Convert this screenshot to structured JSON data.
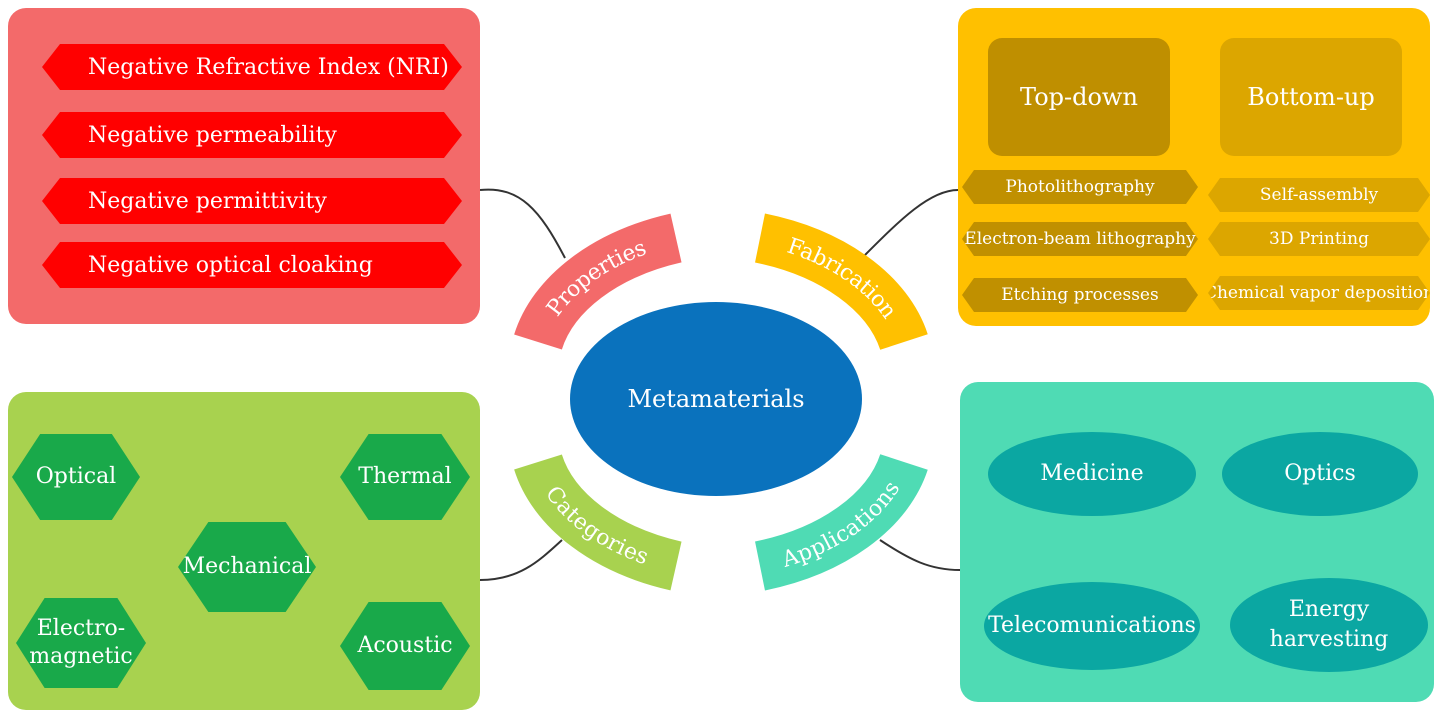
{
  "center": {
    "label": "Metamaterials",
    "color": "#0a72bd"
  },
  "properties": {
    "label": "Properties",
    "color": "#f36a6a",
    "item_color": "#ff0000",
    "items": [
      "Negative Refractive Index (NRI)",
      "Negative permeability",
      "Negative permittivity",
      "Negative optical cloaking"
    ]
  },
  "fabrication": {
    "label": "Fabrication",
    "color": "#ffc000",
    "groups": [
      {
        "title": "Top-down",
        "items": [
          "Photolithography",
          "Electron-beam lithography",
          "Etching processes"
        ]
      },
      {
        "title": "Bottom-up",
        "items": [
          "Self-assembly",
          "3D Printing",
          "Chemical vapor deposition"
        ]
      }
    ]
  },
  "categories": {
    "label": "Categories",
    "color": "#a8d24f",
    "item_color": "#19a94a",
    "items": [
      "Optical",
      "Thermal",
      "Mechanical",
      "Electro-magnetic",
      "Acoustic"
    ]
  },
  "applications": {
    "label": "Applications",
    "color": "#4fdbb4",
    "item_color": "#0ba7a2",
    "items": [
      "Medicine",
      "Optics",
      "Telecomunications",
      "Energy harvesting"
    ]
  }
}
